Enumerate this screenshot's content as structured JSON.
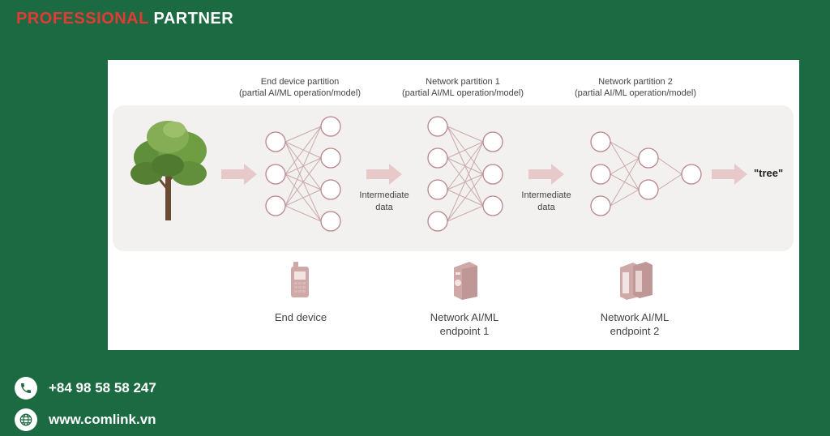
{
  "brand": {
    "part1": "PROFESSIONAL",
    "part2": "PARTNER"
  },
  "diagram": {
    "partitions": [
      {
        "title": "End device partition",
        "subtitle": "(partial AI/ML operation/model)"
      },
      {
        "title": "Network partition 1",
        "subtitle": "(partial AI/ML operation/model)"
      },
      {
        "title": "Network partition 2",
        "subtitle": "(partial AI/ML operation/model)"
      }
    ],
    "intermediate": [
      {
        "line1": "Intermediate",
        "line2": "data"
      },
      {
        "line1": "Intermediate",
        "line2": "data"
      }
    ],
    "output": "\"tree\"",
    "devices": [
      {
        "line1": "End device",
        "line2": ""
      },
      {
        "line1": "Network AI/ML",
        "line2": "endpoint 1"
      },
      {
        "line1": "Network AI/ML",
        "line2": "endpoint 2"
      }
    ],
    "colors": {
      "node": "#b9868b",
      "edge": "#c9a9ac",
      "arrow": "#e8c9c9"
    }
  },
  "contact": {
    "phone": "+84 98 58 58 247",
    "website": "www.comlink.vn",
    "icons": [
      "phone-icon",
      "globe-icon"
    ]
  }
}
